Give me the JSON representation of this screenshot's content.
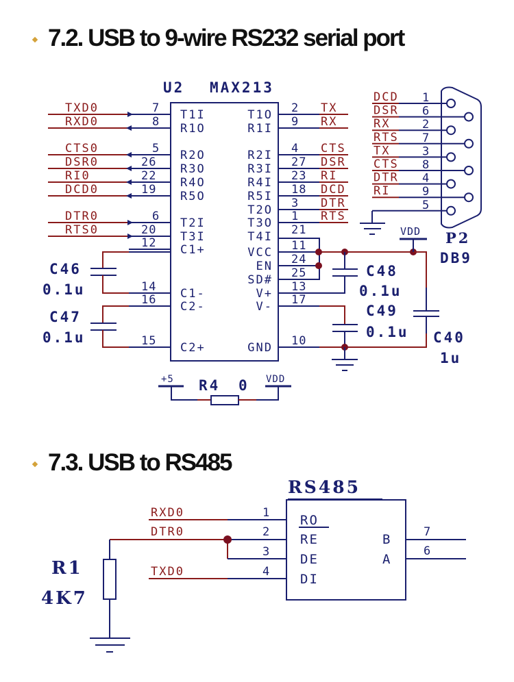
{
  "sections": [
    {
      "title": "7.2. USB to 9-wire RS232 serial port"
    },
    {
      "title": "7.3. USB to RS485"
    }
  ],
  "colors": {
    "bullet": "#d4a23a",
    "component": "#1a1f6e",
    "net": "#8a1a1a",
    "junction": "#7a1020"
  },
  "max213": {
    "ref": "U2",
    "part": "MAX213",
    "left_pins": [
      {
        "net": "TXD0",
        "num": "7",
        "name": "T1I",
        "dir": "in"
      },
      {
        "net": "RXD0",
        "num": "8",
        "name": "R1O",
        "dir": "out"
      },
      {
        "net": "CTS0",
        "num": "5",
        "name": "R2O",
        "dir": "out"
      },
      {
        "net": "DSR0",
        "num": "26",
        "name": "R3O",
        "dir": "out"
      },
      {
        "net": "RI0",
        "num": "22",
        "name": "R4O",
        "dir": "out"
      },
      {
        "net": "DCD0",
        "num": "19",
        "name": "R5O",
        "dir": "out"
      },
      {
        "net": "DTR0",
        "num": "6",
        "name": "T2I",
        "dir": "in"
      },
      {
        "net": "RTS0",
        "num": "20",
        "name": "T3I",
        "dir": "in"
      },
      {
        "net": "",
        "num": "12",
        "name": "C1+"
      },
      {
        "net": "",
        "num": "14",
        "name": "C1-"
      },
      {
        "net": "",
        "num": "16",
        "name": "C2-"
      },
      {
        "net": "",
        "num": "15",
        "name": "C2+"
      }
    ],
    "right_pins": [
      {
        "num": "2",
        "name": "T1O",
        "net": "TX"
      },
      {
        "num": "9",
        "name": "R1I",
        "net": "RX"
      },
      {
        "num": "4",
        "name": "R2I",
        "net": "CTS"
      },
      {
        "num": "27",
        "name": "R3I",
        "net": "DSR"
      },
      {
        "num": "23",
        "name": "R4I",
        "net": "RI"
      },
      {
        "num": "18",
        "name": "R5I",
        "net": "DCD"
      },
      {
        "num": "3",
        "name": "T2O",
        "net": "DTR"
      },
      {
        "num": "1",
        "name": "T3O",
        "net": "RTS"
      },
      {
        "num": "21",
        "name": "T4I",
        "net": ""
      },
      {
        "num": "11",
        "name": "VCC",
        "net": ""
      },
      {
        "num": "24",
        "name": "EN",
        "net": ""
      },
      {
        "num": "25",
        "name": "SD#",
        "net": ""
      },
      {
        "num": "13",
        "name": "V+",
        "net": ""
      },
      {
        "num": "17",
        "name": "V-",
        "net": ""
      },
      {
        "num": "10",
        "name": "GND",
        "net": ""
      }
    ]
  },
  "capacitors": [
    {
      "ref": "C46",
      "value": "0.1u"
    },
    {
      "ref": "C47",
      "value": "0.1u"
    },
    {
      "ref": "C48",
      "value": "0.1u"
    },
    {
      "ref": "C49",
      "value": "0.1u"
    },
    {
      "ref": "C40",
      "value": "1u"
    }
  ],
  "db9": {
    "ref": "P2",
    "part": "DB9",
    "pins": [
      {
        "net": "DCD",
        "num": "1"
      },
      {
        "net": "DSR",
        "num": "6"
      },
      {
        "net": "RX",
        "num": "2"
      },
      {
        "net": "RTS",
        "num": "7"
      },
      {
        "net": "TX",
        "num": "3"
      },
      {
        "net": "CTS",
        "num": "8"
      },
      {
        "net": "DTR",
        "num": "4"
      },
      {
        "net": "RI",
        "num": "9"
      },
      {
        "net": "",
        "num": "5"
      }
    ]
  },
  "power": {
    "vdd": "VDD",
    "plus5": "+5"
  },
  "r4": {
    "ref": "R4",
    "value": "0"
  },
  "rs485": {
    "part": "RS485",
    "left_pins": [
      {
        "net": "RXD0",
        "num": "1",
        "name": "RO"
      },
      {
        "net": "DTR0",
        "num": "2",
        "name": "RE"
      },
      {
        "net": "",
        "num": "3",
        "name": "DE"
      },
      {
        "net": "TXD0",
        "num": "4",
        "name": "DI"
      }
    ],
    "right_pins": [
      {
        "num": "7",
        "name": "B"
      },
      {
        "num": "6",
        "name": "A"
      }
    ]
  },
  "r1": {
    "ref": "R1",
    "value": "4K7"
  }
}
